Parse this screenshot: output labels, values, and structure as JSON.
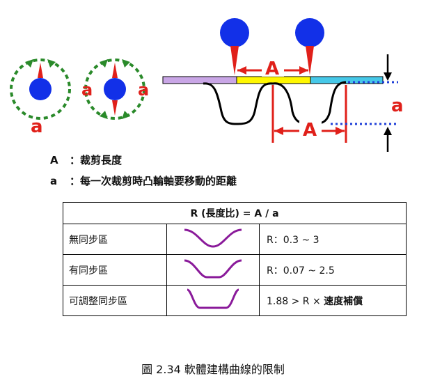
{
  "diagram": {
    "label_a_left": "a",
    "label_a_mid_left": "a",
    "label_a_mid_right": "a",
    "label_A_top": "A",
    "label_A_bottom": "A",
    "label_a_right": "a",
    "colors": {
      "blue": "#1230e8",
      "red": "#e0201a",
      "green": "#2a8a2a",
      "purple_bar": "#c9a6e6",
      "yellow_bar": "#fff700",
      "cyan_bar": "#46c8e8",
      "dotted_blue": "#2040d8",
      "curve_purple": "#8a1a9a"
    }
  },
  "legend": {
    "A_symbol": "A",
    "A_text": "：裁剪長度",
    "a_symbol": "a",
    "a_text": "：每一次裁剪時凸輪軸要移動的距離"
  },
  "table": {
    "header": "R (長度比)  =  A / a",
    "rows": [
      {
        "label": "無同步區",
        "value": "R：0.3 ~ 3",
        "curve": "no-sync"
      },
      {
        "label": "有同步區",
        "value": "R：0.07 ~ 2.5",
        "curve": "sync"
      },
      {
        "label": "可調整同步區",
        "value_prefix": "1.88  >  R  ×  ",
        "value_bold": "速度補償",
        "curve": "adjustable-sync"
      }
    ]
  },
  "caption": "圖 2.34 軟體建構曲線的限制"
}
